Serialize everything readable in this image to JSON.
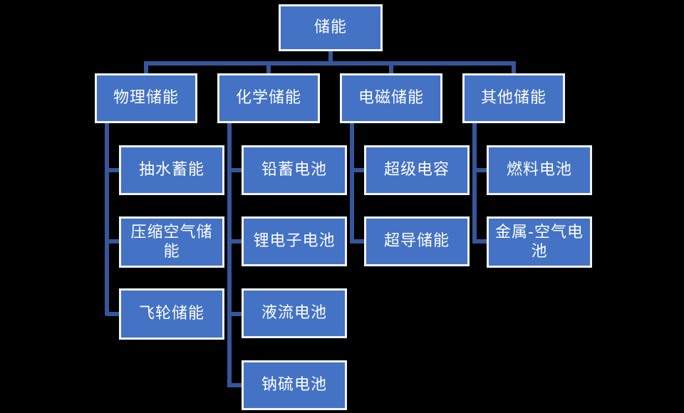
{
  "diagram": {
    "type": "org-chart-hierarchy",
    "colors": {
      "background": "#000000",
      "node_fill": "#4472C4",
      "node_border": "#F2F3F7",
      "node_text": "#FFFFFF",
      "connector": "#35569B"
    },
    "root": {
      "label": "储能"
    },
    "branches": [
      {
        "label": "物理储能",
        "children": [
          "抽水蓄能",
          "压缩空气储\n能",
          "飞轮储能"
        ]
      },
      {
        "label": "化学储能",
        "children": [
          "铅蓄电池",
          "锂电子电池",
          "液流电池",
          "钠硫电池"
        ]
      },
      {
        "label": "电磁储能",
        "children": [
          "超级电容",
          "超导储能"
        ]
      },
      {
        "label": "其他储能",
        "children": [
          "燃料电池",
          "金属-空气电\n池"
        ]
      }
    ]
  }
}
